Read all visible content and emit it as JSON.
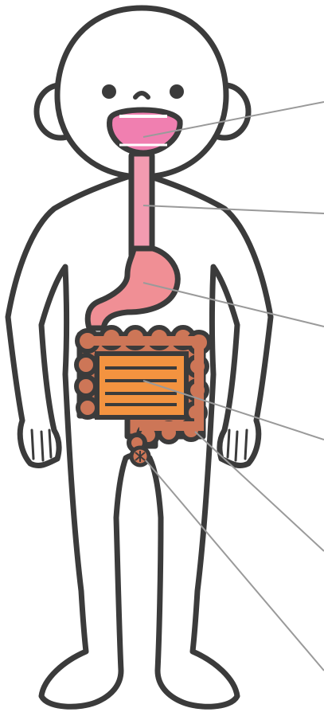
{
  "colors": {
    "outline": "#3b3b3b",
    "mouth": "#f07fb0",
    "teeth": "#ffffff",
    "esophagus": "#f29bb0",
    "stomach": "#f08f95",
    "large_intestine": "#cd7657",
    "small_intestine": "#f39340",
    "rectum": "#cd7657",
    "leader_line": "#9a9a9a"
  },
  "organs": [
    {
      "id": "mouth"
    },
    {
      "id": "esophagus"
    },
    {
      "id": "stomach"
    },
    {
      "id": "small-intestine"
    },
    {
      "id": "large-intestine"
    },
    {
      "id": "anus"
    }
  ]
}
